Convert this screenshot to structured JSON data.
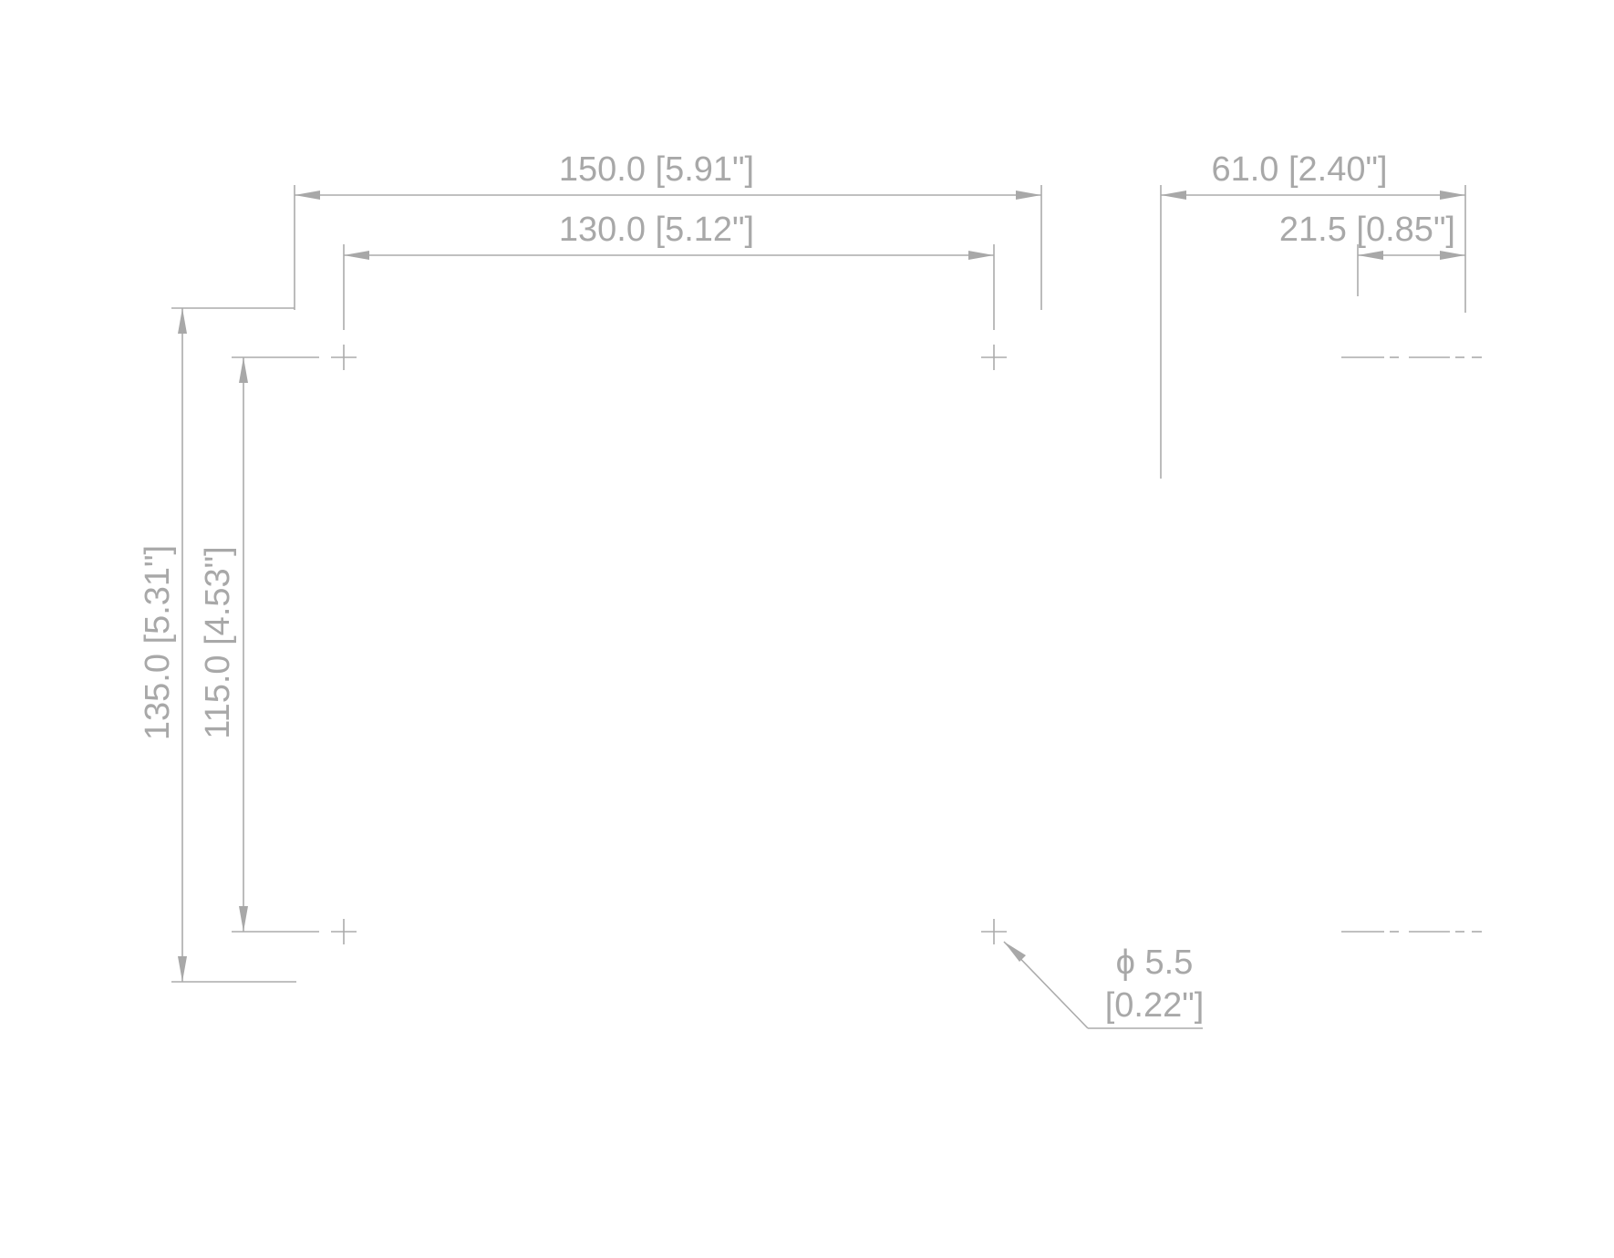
{
  "drawing": {
    "line_color": "#ababab",
    "text_color": "#a8a8a8",
    "dimensions": {
      "overall_width": "150.0 [5.91\"]",
      "hole_spacing_horizontal": "130.0 [5.12\"]",
      "depth": "61.0 [2.40\"]",
      "hole_offset_side": "21.5 [0.85\"]",
      "overall_height": "135.0 [5.31\"]",
      "hole_spacing_vertical": "115.0 [4.53\"]",
      "hole_diameter_mm": "ϕ 5.5",
      "hole_diameter_in": "[0.22\"]"
    }
  }
}
